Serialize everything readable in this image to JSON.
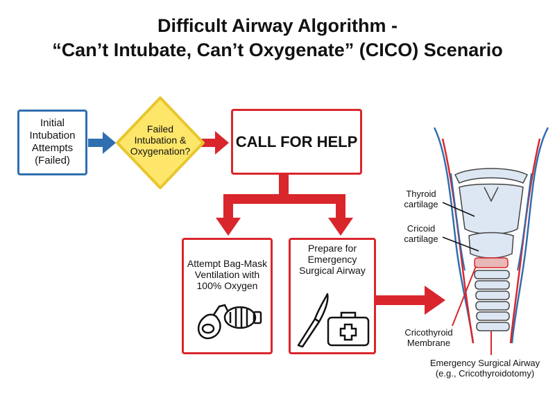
{
  "title_line1": "Difficult Airway Algorithm -",
  "title_line2": "“Can’t Intubate, Can’t Oxygenate” (CICO) Scenario",
  "nodes": {
    "initial": [
      "Initial",
      "Intubation",
      "Attempts",
      "(Failed)"
    ],
    "decision": [
      "Failed",
      "Intubation &",
      "Oxygenation?"
    ],
    "call": "CALL FOR HELP",
    "bag_mask": [
      "Attempt Bag-Mask",
      "Ventilation with",
      "100% Oxygen"
    ],
    "surgical": [
      "Prepare for",
      "Emergency",
      "Surgical Airway"
    ]
  },
  "anatomy": {
    "thyroid": [
      "Thyroid",
      "cartilage"
    ],
    "cricoid": [
      "Cricoid",
      "cartilage"
    ],
    "cricothyroid": [
      "Cricothyroid",
      "Membrane"
    ],
    "emergency": [
      "Emergency Surgical Airway",
      "(e.g., Cricothyroidotomy)"
    ]
  },
  "colors": {
    "blue": "#2f6fb0",
    "red": "#d9262c",
    "yellow_fill": "#fde66a",
    "yellow_border": "#e8c62c"
  },
  "icons": [
    "bag-valve-mask-icon",
    "scalpel-icon",
    "first-aid-kit-icon"
  ]
}
